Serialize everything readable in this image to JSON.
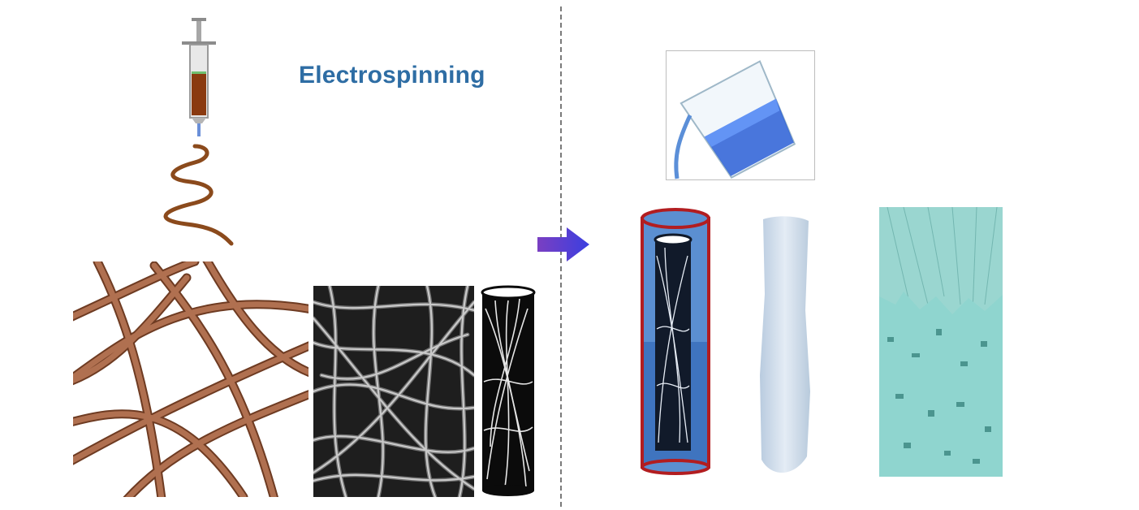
{
  "diagram": {
    "left_panel": {
      "title": "Electrospinning",
      "syringe": "syringe-icon",
      "jet": "spiral-fiber-jet",
      "fibers": "fiber-network-3d",
      "sem": "fiber-sem-micrograph",
      "tube": "fibrous-tube"
    },
    "process_arrow": "arrow-right-icon",
    "right_panel": {
      "beaker": "pouring-beaker-image",
      "mold": "tube-mold-in-solution",
      "product": "scaffold-photo",
      "tomography": "scaffold-3d-render"
    },
    "colors": {
      "title": "#2e6da4",
      "fiber": "#a0613f",
      "syringe_fill": "#8a3a10",
      "arrow": "#5a3fd0",
      "mold_border": "#b21d20",
      "mold_fill": "#5b8fd1",
      "render": "#8fd5cf"
    }
  }
}
